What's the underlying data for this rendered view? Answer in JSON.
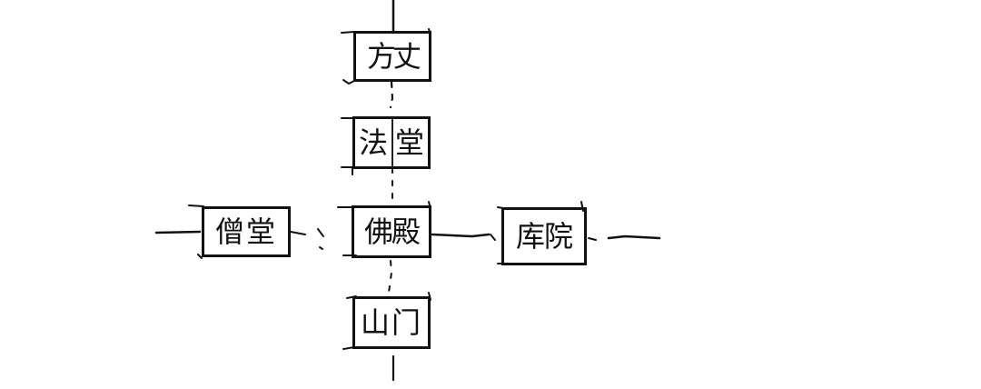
{
  "diagram": {
    "title": "",
    "style": "hand-drawn sketch, black ink on white",
    "colors": {
      "ink": "#111111",
      "background": "#ffffff"
    },
    "nodes": [
      {
        "id": "fangzhang",
        "label": "方丈",
        "chars": [
          "方",
          "丈"
        ],
        "position": "top"
      },
      {
        "id": "fatang",
        "label": "法堂",
        "chars": [
          "法",
          "堂"
        ],
        "position": "upper-center"
      },
      {
        "id": "fodian",
        "label": "佛殿",
        "chars": [
          "佛",
          "殿"
        ],
        "position": "center"
      },
      {
        "id": "sengtang",
        "label": "僧堂",
        "chars": [
          "僧",
          "堂"
        ],
        "position": "left"
      },
      {
        "id": "kuyuan",
        "label": "库院",
        "chars": [
          "库",
          "院"
        ],
        "position": "right"
      },
      {
        "id": "shanmen",
        "label": "山门",
        "chars": [
          "山",
          "门"
        ],
        "position": "bottom"
      }
    ],
    "edges": [
      {
        "from": "fangzhang",
        "to": "fatang",
        "style": "vertical axis line"
      },
      {
        "from": "fatang",
        "to": "fodian",
        "style": "dashed vertical axis"
      },
      {
        "from": "fodian",
        "to": "shanmen",
        "style": "vertical axis line"
      },
      {
        "from": "sengtang",
        "to": "fodian",
        "style": "dashed horizontal axis"
      },
      {
        "from": "fodian",
        "to": "kuyuan",
        "style": "horizontal axis line"
      }
    ]
  }
}
